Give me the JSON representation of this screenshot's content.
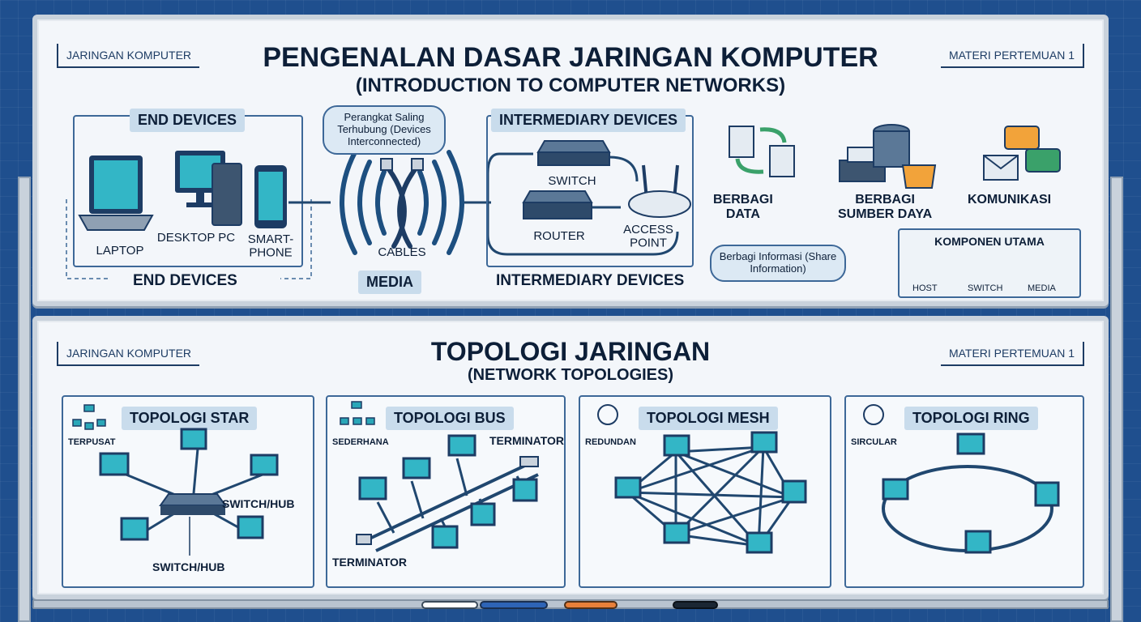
{
  "colors": {
    "navy": "#1d3c64",
    "blue": "#3d6898",
    "teal": "#2aa7b8",
    "pill": "#c9dcec",
    "line": "#20476f"
  },
  "top": {
    "left_tag": "JARINGAN KOMPUTER",
    "right_tag": "MATERI PERTEMUAN 1",
    "title": "PENGENALAN DASAR JARINGAN KOMPUTER",
    "subtitle": "(INTRODUCTION TO COMPUTER NETWORKS)",
    "end_devices_header": "END DEVICES",
    "end_devices_footer": "END DEVICES",
    "devices": {
      "laptop": "LAPTOP",
      "desktop": "DESKTOP PC",
      "smartphone": "SMART-\nPHONE"
    },
    "bubble_connected": "Perangkat Saling Terhubung (Devices Interconnected)",
    "cables": "CABLES",
    "media": "MEDIA",
    "intermediary_header": "INTERMEDIARY DEVICES",
    "intermediary_footer": "INTERMEDIARY DEVICES",
    "intermediary": {
      "switch": "SWITCH",
      "router": "ROUTER",
      "access_point": "ACCESS\nPOINT"
    },
    "bubble_share": "Berbagi Informasi (Share Information)",
    "benefits": {
      "data": "BERBAGI\nDATA",
      "resources": "BERBAGI\nSUMBER DAYA",
      "communication": "KOMUNIKASI"
    },
    "components": {
      "title": "KOMPONEN UTAMA",
      "host": "HOST",
      "switch": "SWITCH",
      "media": "MEDIA"
    }
  },
  "bottom": {
    "left_tag": "JARINGAN KOMPUTER",
    "right_tag": "MATERI PERTEMUAN 1",
    "title": "TOPOLOGI JARINGAN",
    "subtitle": "(NETWORK TOPOLOGIES)",
    "topologies": [
      {
        "name": "TOPOLOGI STAR",
        "sub": "TERPUSAT",
        "label_a": "SWITCH/HUB",
        "label_b": "SWITCH/HUB"
      },
      {
        "name": "TOPOLOGI BUS",
        "sub": "SEDERHANA",
        "label_a": "TERMINATOR",
        "label_b": "TERMINATOR"
      },
      {
        "name": "TOPOLOGI MESH",
        "sub": "REDUNDAN"
      },
      {
        "name": "TOPOLOGI RING",
        "sub": "SIRCULAR"
      }
    ]
  }
}
